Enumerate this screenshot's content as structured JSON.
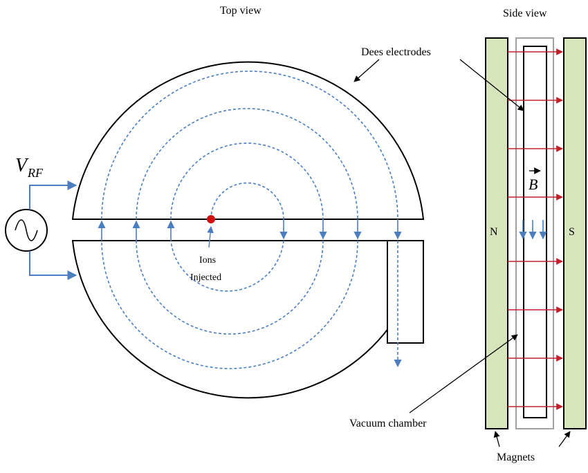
{
  "top_view_title": "Top view",
  "side_view_title": "Side view",
  "voltage": {
    "symbol": "V",
    "subscript": "RF"
  },
  "ion_label_line1": "Ions",
  "ion_label_line2": "Injected",
  "dees_label": "Dees electrodes",
  "vacuum_label": "Vacuum chamber",
  "magnets_label": "Magnets",
  "pole_north": "N",
  "pole_south": "S",
  "field_symbol": "B",
  "colors": {
    "dee_outline": "#000000",
    "ion_path": "#4a7ec0",
    "ion_source": "#d01010",
    "magnet_fill": "#d7e4bc",
    "field_lines": "#c0202a",
    "wire": "#4a7ec0",
    "vacuum_outline": "#a0a0a0"
  }
}
